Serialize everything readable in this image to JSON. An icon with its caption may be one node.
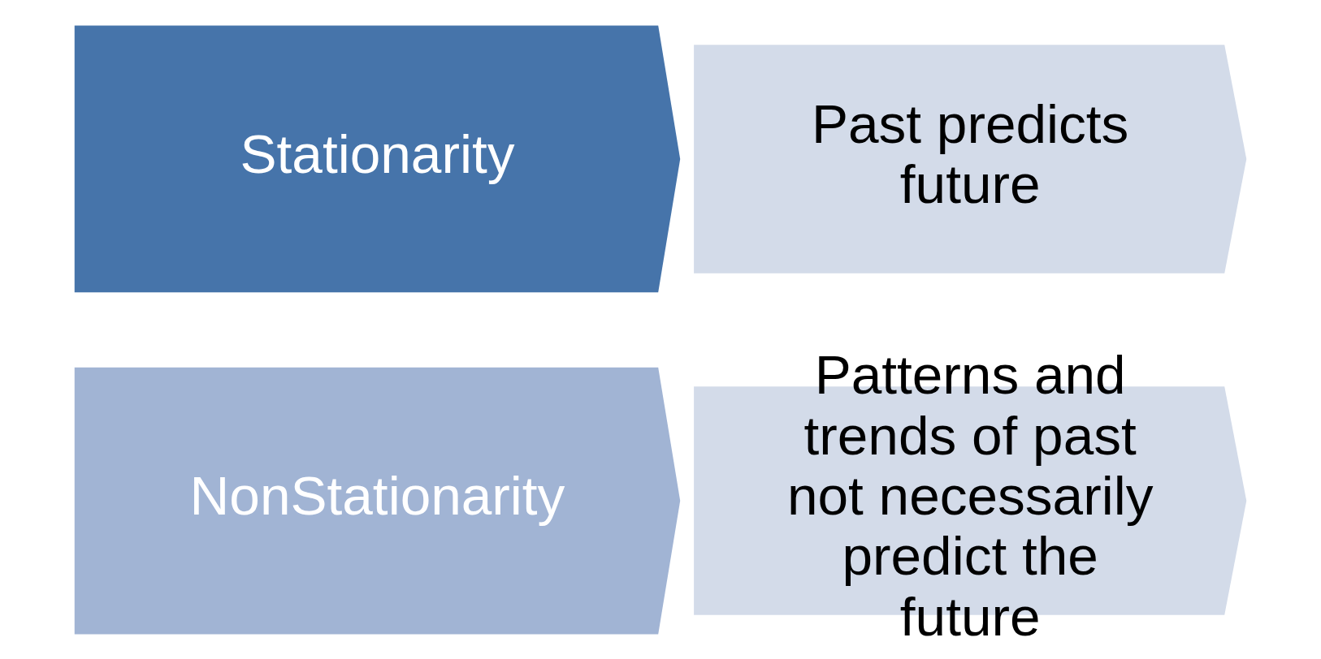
{
  "diagram": {
    "nodes": [
      {
        "text": [
          "Stationarity"
        ]
      },
      {
        "text": [
          "Past predicts future"
        ]
      },
      {
        "text": [
          "NonStationarity"
        ]
      },
      {
        "text": [
          "Patterns and trends of past not necessarily predict the future"
        ]
      }
    ]
  }
}
